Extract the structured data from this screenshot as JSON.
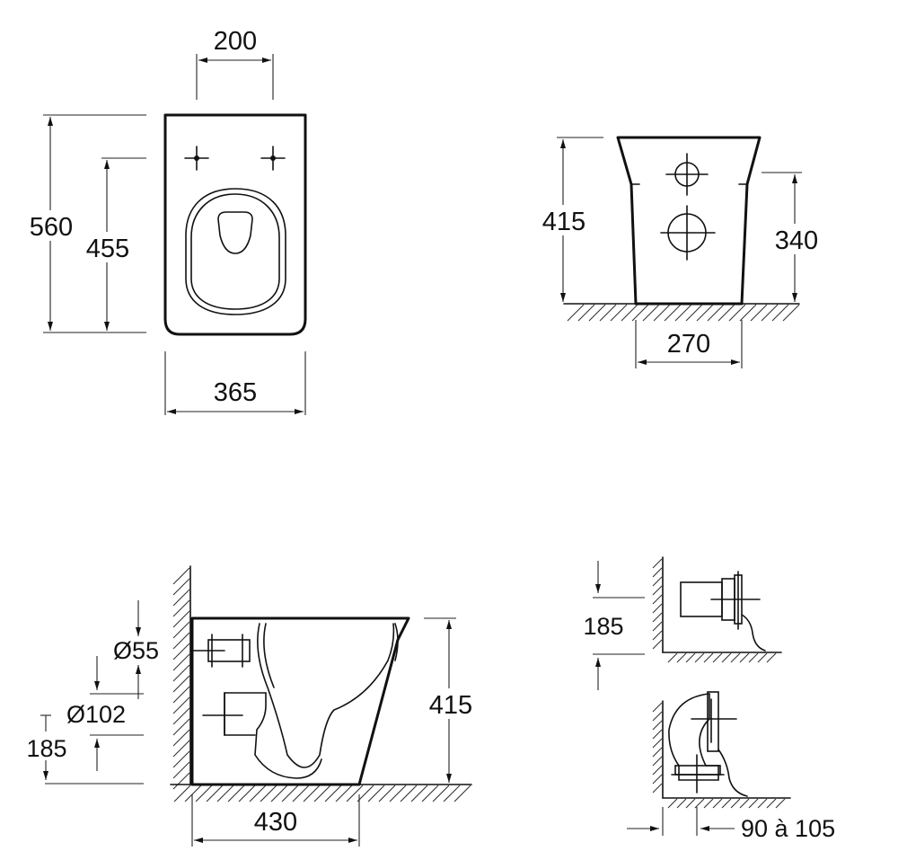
{
  "dimensions": {
    "top_view": {
      "width_fix": "200",
      "overall_length": "560",
      "fix_length": "455",
      "overall_width": "365"
    },
    "front_view": {
      "height": "415",
      "outlet_height": "340",
      "base_width": "270"
    },
    "side_view": {
      "inlet_diameter": "Ø55",
      "outlet_diameter": "Ø102",
      "outlet_height": "185",
      "height": "415",
      "depth": "430"
    },
    "detail_view": {
      "outlet_height": "185",
      "offset_range": "90 à 105"
    }
  }
}
